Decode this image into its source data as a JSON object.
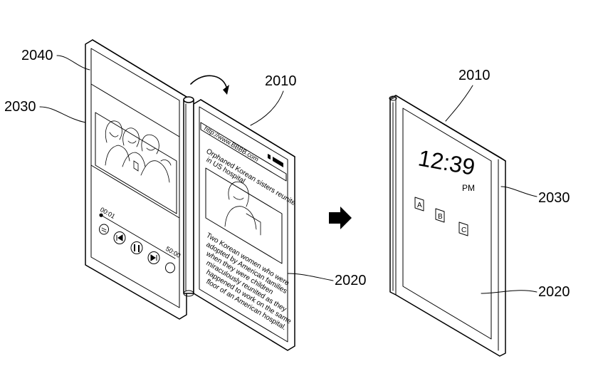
{
  "labels": {
    "left_top_panel": "2040",
    "left_outer_panel": "2030",
    "left_device": "2010",
    "left_main_display": "2020",
    "right_device": "2010",
    "right_rear_display": "2030",
    "right_main_display": "2020"
  },
  "browser": {
    "url": "http://www.BBBB.com",
    "headline_line1": "Orphaned Korean sisters reunite",
    "headline_line2": "in US hospital",
    "body_lines": [
      "Two Korean women who were",
      "adopted by American families",
      "when they were children",
      "miraculously reunited as they",
      "happened to work on the same",
      "floor of an American hospital."
    ]
  },
  "player": {
    "elapsed": "00:01",
    "duration": "50:00",
    "progress": 0.02
  },
  "clock": {
    "time": "12:39",
    "meridiem": "PM",
    "buttons": [
      "A",
      "B",
      "C"
    ]
  },
  "arrow": "transition-arrow"
}
